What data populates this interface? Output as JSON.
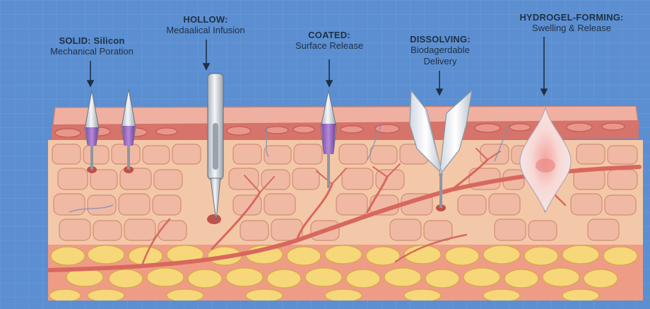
{
  "colors": {
    "background": "#5b8fd1",
    "grid": "#7fa9e0",
    "epidermis": "#efb0a2",
    "dermis": "#f3c8a8",
    "cells": "#f0b9a3",
    "fat": "#f6d77a",
    "vessel": "#d8675e",
    "needle_silver": "#d8dde3",
    "coating_purple": "#9b6bc4",
    "label_text": "#1f2f45"
  },
  "labels": [
    {
      "type": "SOLID: Silicon",
      "mode": "Mechanical Poration"
    },
    {
      "type": "HOLLOW:",
      "mode": "Medaalical Infusion"
    },
    {
      "type": "COATED:",
      "mode": "Surface Release"
    },
    {
      "type": "DISSOLVING:",
      "mode": "Biodagerdable Delivery",
      "mode_lines": [
        "Biodagerdable",
        "Delivery"
      ]
    },
    {
      "type": "HYDROGEL-FORMING:",
      "mode": "Swelling & Release"
    }
  ],
  "icons": [
    "down-arrow-icon"
  ]
}
